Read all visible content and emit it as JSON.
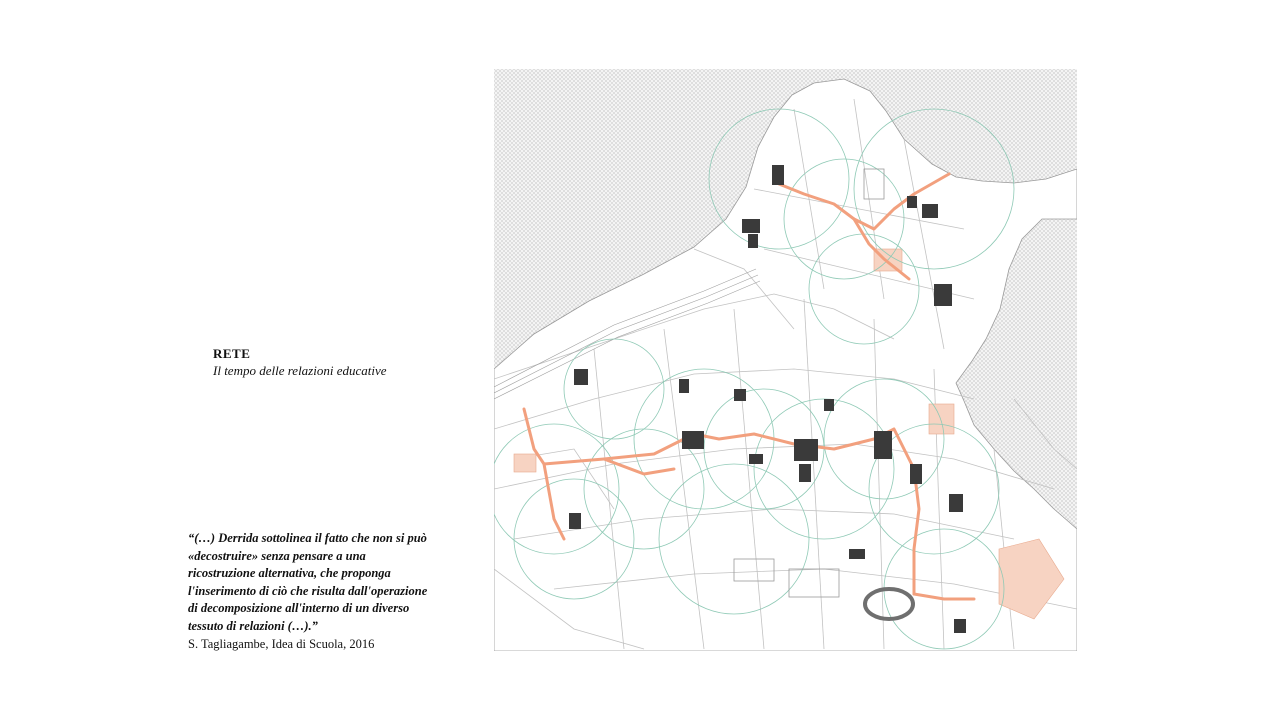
{
  "slide": {
    "title": "RETE",
    "subtitle": "Il tempo delle relazioni educative",
    "quote_lines": [
      "“(…) Derrida sottolinea il fatto che non si può",
      "«decostruire» senza pensare a una",
      "ricostruzione alternativa, che proponga",
      "l'inserimento di ciò che risulta dall'operazione",
      "di decomposizione all'interno di un diverso",
      "tessuto di relazioni (…).”"
    ],
    "citation": "S. Tagliagambe, Idea di Scuola, 2016"
  },
  "map": {
    "colors": {
      "water": "#d9d9d9",
      "land": "#ffffff",
      "streets": "#bdbdbd",
      "buildings": "#3a3a3a",
      "network": "#f2a07e",
      "circles": "#8ec9b5",
      "highlight_areas": "#f7d3c2"
    },
    "features": [
      "water-hatch",
      "street-grid",
      "school-buildings",
      "educational-network-path",
      "influence-radius-circles",
      "sports-track"
    ]
  }
}
